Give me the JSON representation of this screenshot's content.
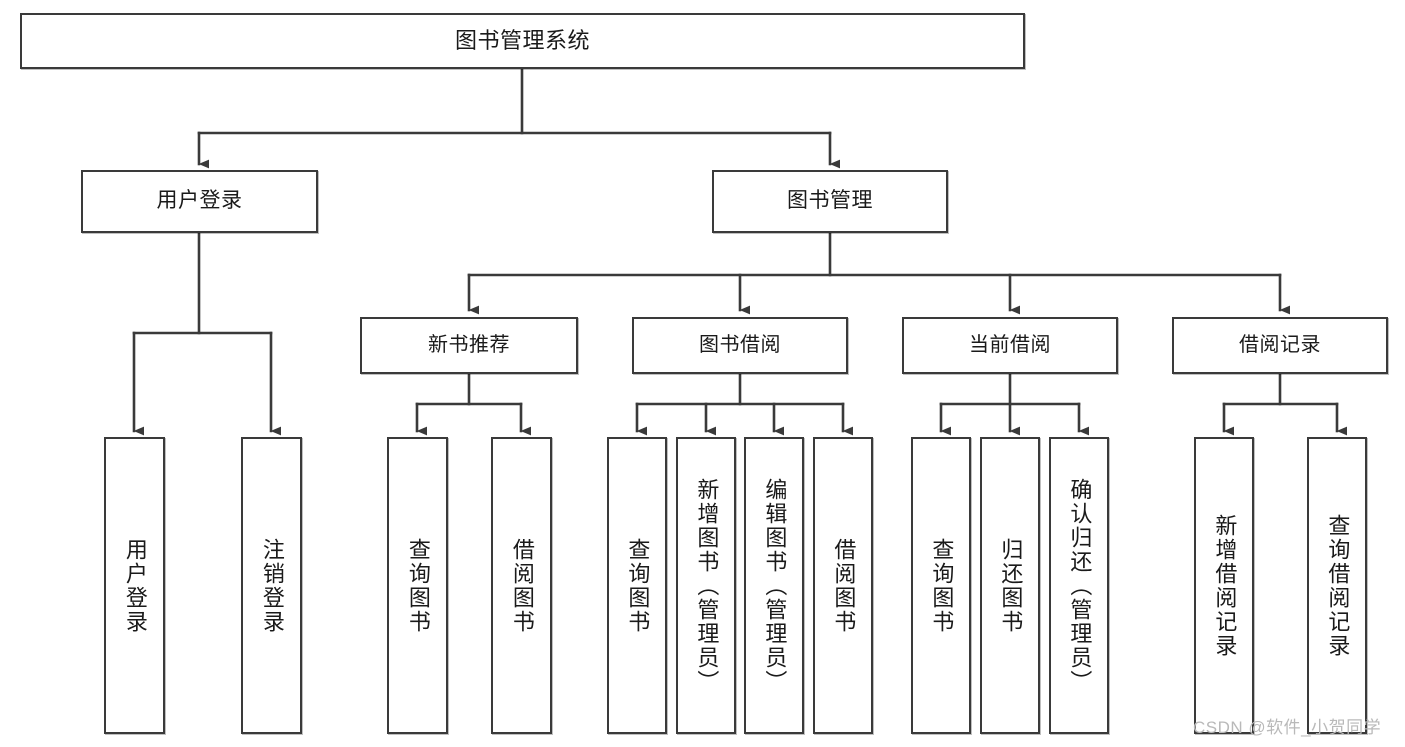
{
  "diagram": {
    "title": "图书管理系统",
    "type": "功能结构图",
    "colors": {
      "box_border": "#3a3a3a",
      "box_fill": "#ffffff",
      "connector": "#3a3a3a",
      "text": "#1a1a1a",
      "watermark": "#b9b9b9",
      "background": "#ffffff"
    }
  },
  "root": {
    "label": "图书管理系统"
  },
  "branches": [
    {
      "id": "user-login",
      "label": "用户登录"
    },
    {
      "id": "book-manage",
      "label": "图书管理"
    }
  ],
  "subnodes": [
    {
      "id": "new-book-rec",
      "label": "新书推荐"
    },
    {
      "id": "book-borrow",
      "label": "图书借阅"
    },
    {
      "id": "current-borrow",
      "label": "当前借阅"
    },
    {
      "id": "borrow-record",
      "label": "借阅记录"
    }
  ],
  "leaves": {
    "user_login": [
      {
        "id": "leaf-user-login",
        "label": "用户登录"
      },
      {
        "id": "leaf-user-logout",
        "label": "注销登录"
      }
    ],
    "new_book_rec": [
      {
        "id": "leaf-query-book-1",
        "label": "查询图书"
      },
      {
        "id": "leaf-borrow-book-1",
        "label": "借阅图书"
      }
    ],
    "book_borrow": [
      {
        "id": "leaf-query-book-2",
        "label": "查询图书"
      },
      {
        "id": "leaf-add-book",
        "label": "新增图书（管理员）"
      },
      {
        "id": "leaf-edit-book",
        "label": "编辑图书（管理员）"
      },
      {
        "id": "leaf-borrow-book-2",
        "label": "借阅图书"
      }
    ],
    "current_borrow": [
      {
        "id": "leaf-query-book-3",
        "label": "查询图书"
      },
      {
        "id": "leaf-return-book",
        "label": "归还图书"
      },
      {
        "id": "leaf-confirm-return",
        "label": "确认归还（管理员）"
      }
    ],
    "borrow_record": [
      {
        "id": "leaf-add-record",
        "label": "新增借阅记录"
      },
      {
        "id": "leaf-query-record",
        "label": "查询借阅记录"
      }
    ]
  },
  "watermark": {
    "text": "CSDN @软件_小贺同学"
  }
}
